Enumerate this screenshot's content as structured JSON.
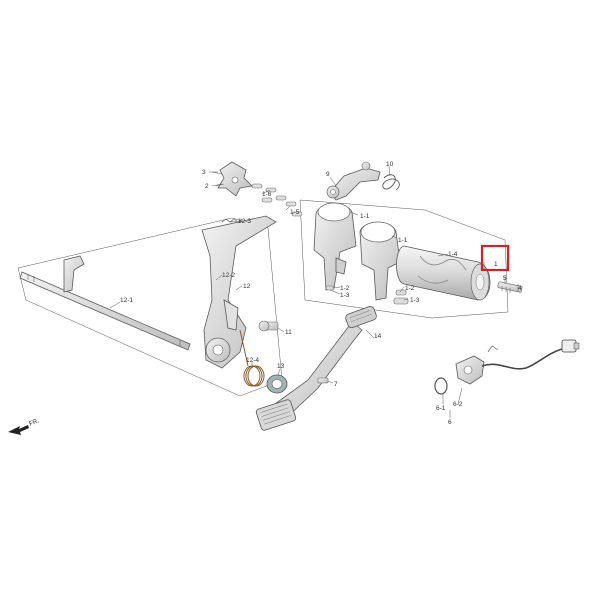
{
  "diagram": {
    "direction_label": "FR.",
    "highlight_color": "#d4202a",
    "callouts": {
      "c1": "1",
      "c1_1": "1-1",
      "c1_2": "1-2",
      "c1_3": "1-3",
      "c1_4": "1-4",
      "c1_5": "1-5",
      "c1_6": "1-6",
      "c2": "2",
      "c3": "3",
      "c4": "4",
      "c5": "5",
      "c6_1": "6-1",
      "c6_2": "6-2",
      "c6": "6",
      "c7": "7",
      "c9": "9",
      "c10": "10",
      "c11": "11",
      "c12": "12",
      "c12_1": "12-1",
      "c12_2": "12-2",
      "c12_3": "12-3",
      "c12_4": "12-4",
      "c13": "13",
      "c14": "14"
    }
  }
}
